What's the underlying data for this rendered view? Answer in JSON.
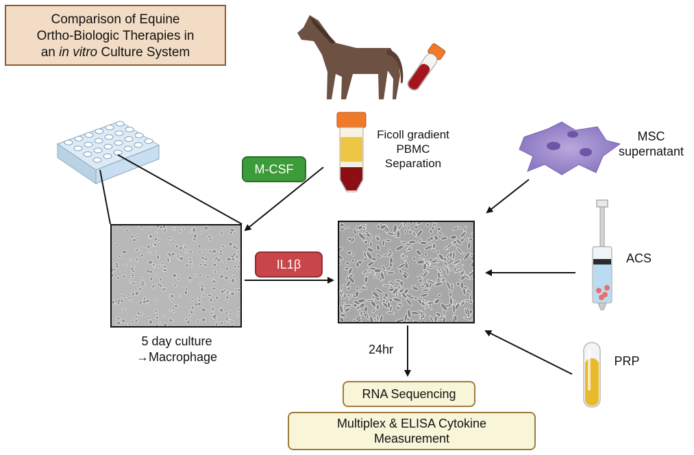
{
  "title": {
    "line1": "Comparison of Equine",
    "line2": "Ortho-Biologic Therapies in",
    "line3_prefix": "an ",
    "line3_italic": "in vitro",
    "line3_suffix": " Culture System"
  },
  "labels": {
    "ficoll_1": "Ficoll gradient",
    "ficoll_2": "PBMC",
    "ficoll_3": "Separation",
    "msc_1": "MSC",
    "msc_2": "supernatant",
    "acs": "ACS",
    "prp": "PRP",
    "culture_1": "5 day culture",
    "culture_2": "→Macrophage",
    "time": "24hr"
  },
  "pills": {
    "mcsf": "M-CSF",
    "il1b": "IL1β"
  },
  "outputs": {
    "rna": "RNA Sequencing",
    "multi_1": "Multiplex & ELISA Cytokine",
    "multi_2": "Measurement"
  },
  "icons": [
    "horse-icon",
    "blood-tube-icon",
    "well-plate-icon",
    "ficoll-tube-icon",
    "msc-cells-icon",
    "syringe-icon",
    "prp-tube-icon"
  ],
  "colors": {
    "title_bg": "#f2dcc5",
    "green": "#3d9c3a",
    "red": "#c8454a",
    "output_bg": "#f8f5d8"
  }
}
